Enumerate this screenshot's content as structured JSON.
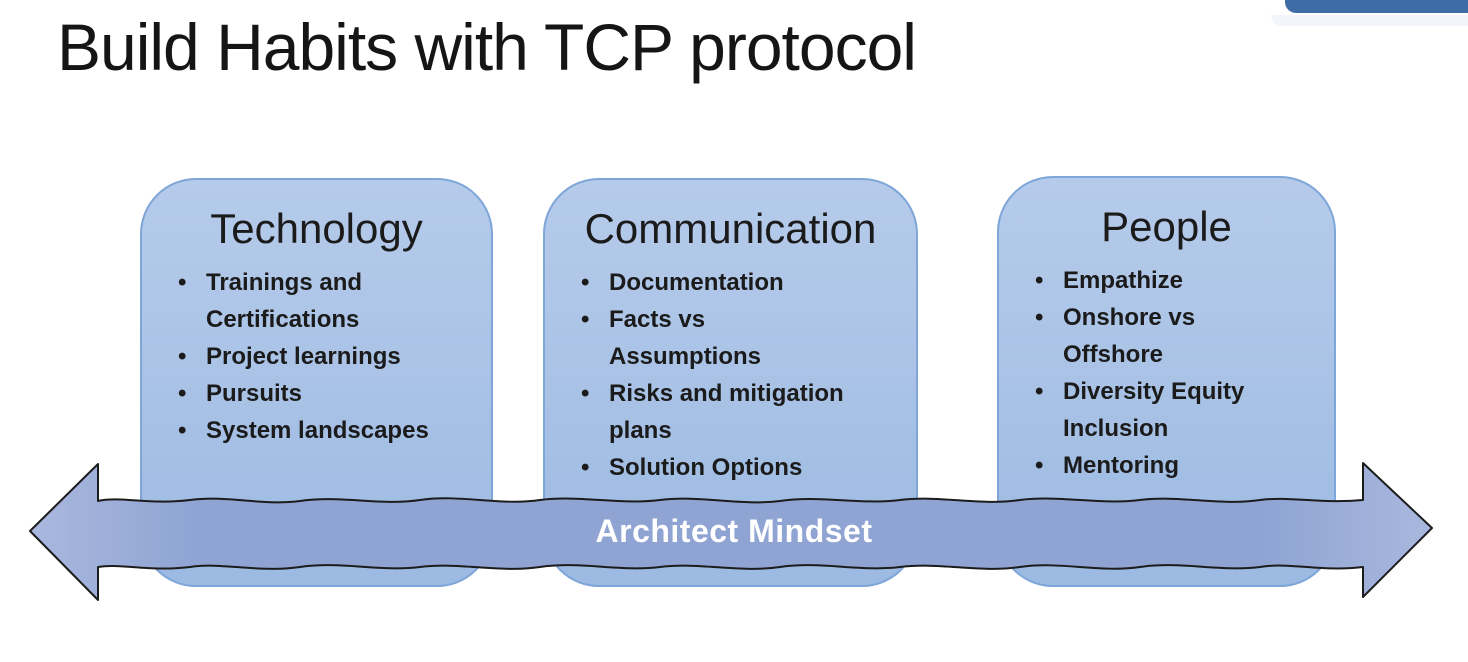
{
  "slide": {
    "title": "Build Habits with TCP protocol"
  },
  "boxes": [
    {
      "title": "Technology",
      "items": [
        "Trainings and Certifications",
        "Project learnings",
        "Pursuits",
        "System landscapes"
      ]
    },
    {
      "title": "Communication",
      "items": [
        "Documentation",
        "Facts vs Assumptions",
        "Risks and mitigation plans",
        "Solution Options"
      ]
    },
    {
      "title": "People",
      "items": [
        "Empathize",
        "Onshore vs Offshore",
        "Diversity Equity Inclusion",
        "Mentoring"
      ]
    }
  ],
  "arrow": {
    "label": "Architect Mindset"
  },
  "colors": {
    "title-color": "#151515",
    "box-top": "#b6cbea",
    "box-bottom": "#9cbae2",
    "box-border": "#7ea6d8",
    "text-color": "#1b1b1b",
    "arrow-mid": "#8fa4d3",
    "arrow-edge": "#a9b8de",
    "arrow-outline": "#1c1c1c",
    "arrow-label-color": "#ffffff",
    "top-right-blue": "#3d6ca7",
    "top-right-shadow": "#f2f5f9"
  }
}
